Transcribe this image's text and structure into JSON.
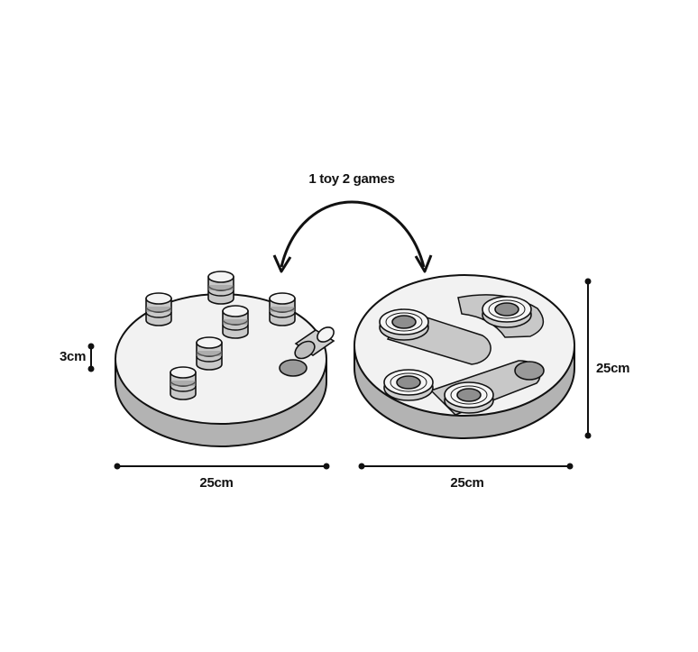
{
  "caption": "1 toy 2 games",
  "dimensions": {
    "left_width": "25cm",
    "right_width": "25cm",
    "height": "3cm",
    "depth": "25cm"
  },
  "colors": {
    "outline": "#111111",
    "top_fill": "#f2f2f2",
    "side_fill": "#b3b3b3",
    "groove_fill": "#c8c8c8",
    "hole_fill": "#9a9a9a"
  }
}
